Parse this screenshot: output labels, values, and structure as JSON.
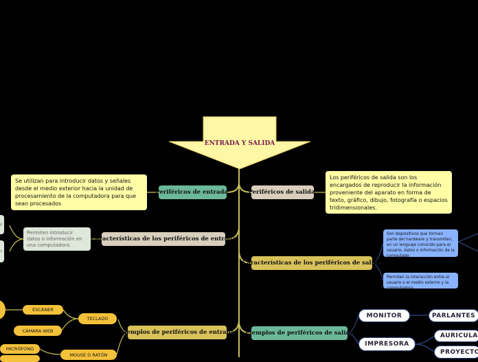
{
  "root": {
    "title": "ENTRADA Y SALIDA",
    "fill": "#fdf7a6"
  },
  "colors": {
    "line_main": "#c8c05a",
    "line_blue": "#2d4a87",
    "green": "#6bb89a",
    "tan": "#d8cfbc",
    "gold": "#d8c25a"
  },
  "entrada": {
    "title": "Periféricos de entrada.",
    "description": "Se utilizan para introducir datos y señales desde el medio exterior hacia la unidad de procesamiento de la computadora para que sean procesados",
    "caracteristicas": {
      "title": "Características de los periféricos de entrada",
      "note": "Permiten introducir datos o información en una computadora.",
      "cut_1": "al",
      "cut_2": "n"
    },
    "ejemplos": {
      "title": "Ejemplos de periféricos de entrada",
      "teclado": "TECLADO",
      "escaner": "ESCÁNER",
      "camara": "CÁMARA WEB",
      "mouse": "MOUSE O RATÓN",
      "microfono": "MICRÓFONO"
    }
  },
  "salida": {
    "title": "Periféricos de salida.",
    "description": "Los periféricos de salida son los encargados de reproducir la información proveniente del aparato en forma de texto, gráfico, dibujo, fotografía o espacios tridimensionales.",
    "caracteristicas": {
      "title": "Características de los periféricos de salida",
      "note_1": "Son dispositivos que forman parte del hardware y transmiten, en un lenguaje conocido para el usuario, datos o información de la computado",
      "note_2": "Permiten la interacción entre el usuario o el medio externo y la computadora."
    },
    "ejemplos": {
      "title": "Ejemplos de periféricos de salida",
      "monitor": "MONITOR",
      "parlantes": "PARLANTES",
      "impresora": "IMPRESORA",
      "auriculares": "AURICULA",
      "proyector": "PROYECTO"
    }
  }
}
